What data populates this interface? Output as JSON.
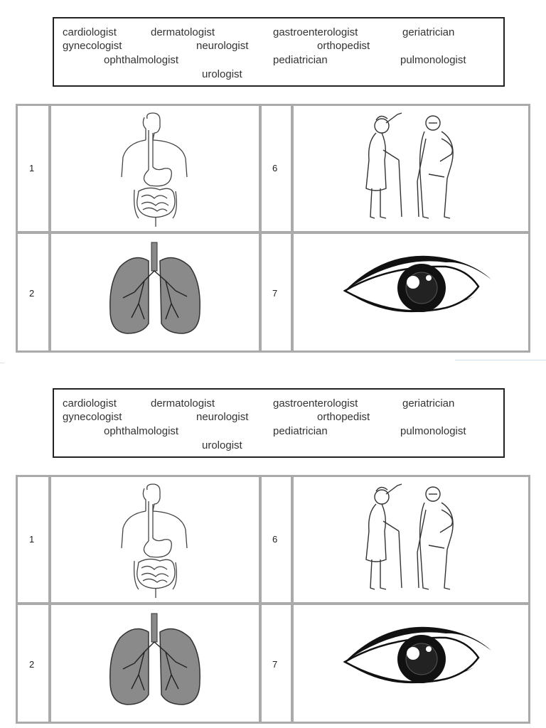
{
  "worksheets": [
    {
      "word_bank": [
        "cardiologist",
        "dermatologist",
        "gastroenterologist",
        "geriatrician",
        "gynecologist",
        "neurologist",
        "orthopedist",
        "ophthalmologist",
        "pediatrician",
        "pulmonologist",
        "urologist"
      ],
      "items": [
        {
          "number": "1",
          "picture": "digestive-system"
        },
        {
          "number": "2",
          "picture": "lungs"
        },
        {
          "number": "6",
          "picture": "elderly-couple"
        },
        {
          "number": "7",
          "picture": "eye"
        }
      ]
    },
    {
      "word_bank": [
        "cardiologist",
        "dermatologist",
        "gastroenterologist",
        "geriatrician",
        "gynecologist",
        "neurologist",
        "orthopedist",
        "ophthalmologist",
        "pediatrician",
        "pulmonologist",
        "urologist"
      ],
      "items": [
        {
          "number": "1",
          "picture": "digestive-system"
        },
        {
          "number": "2",
          "picture": "lungs"
        },
        {
          "number": "6",
          "picture": "elderly-couple"
        },
        {
          "number": "7",
          "picture": "eye"
        }
      ]
    }
  ]
}
